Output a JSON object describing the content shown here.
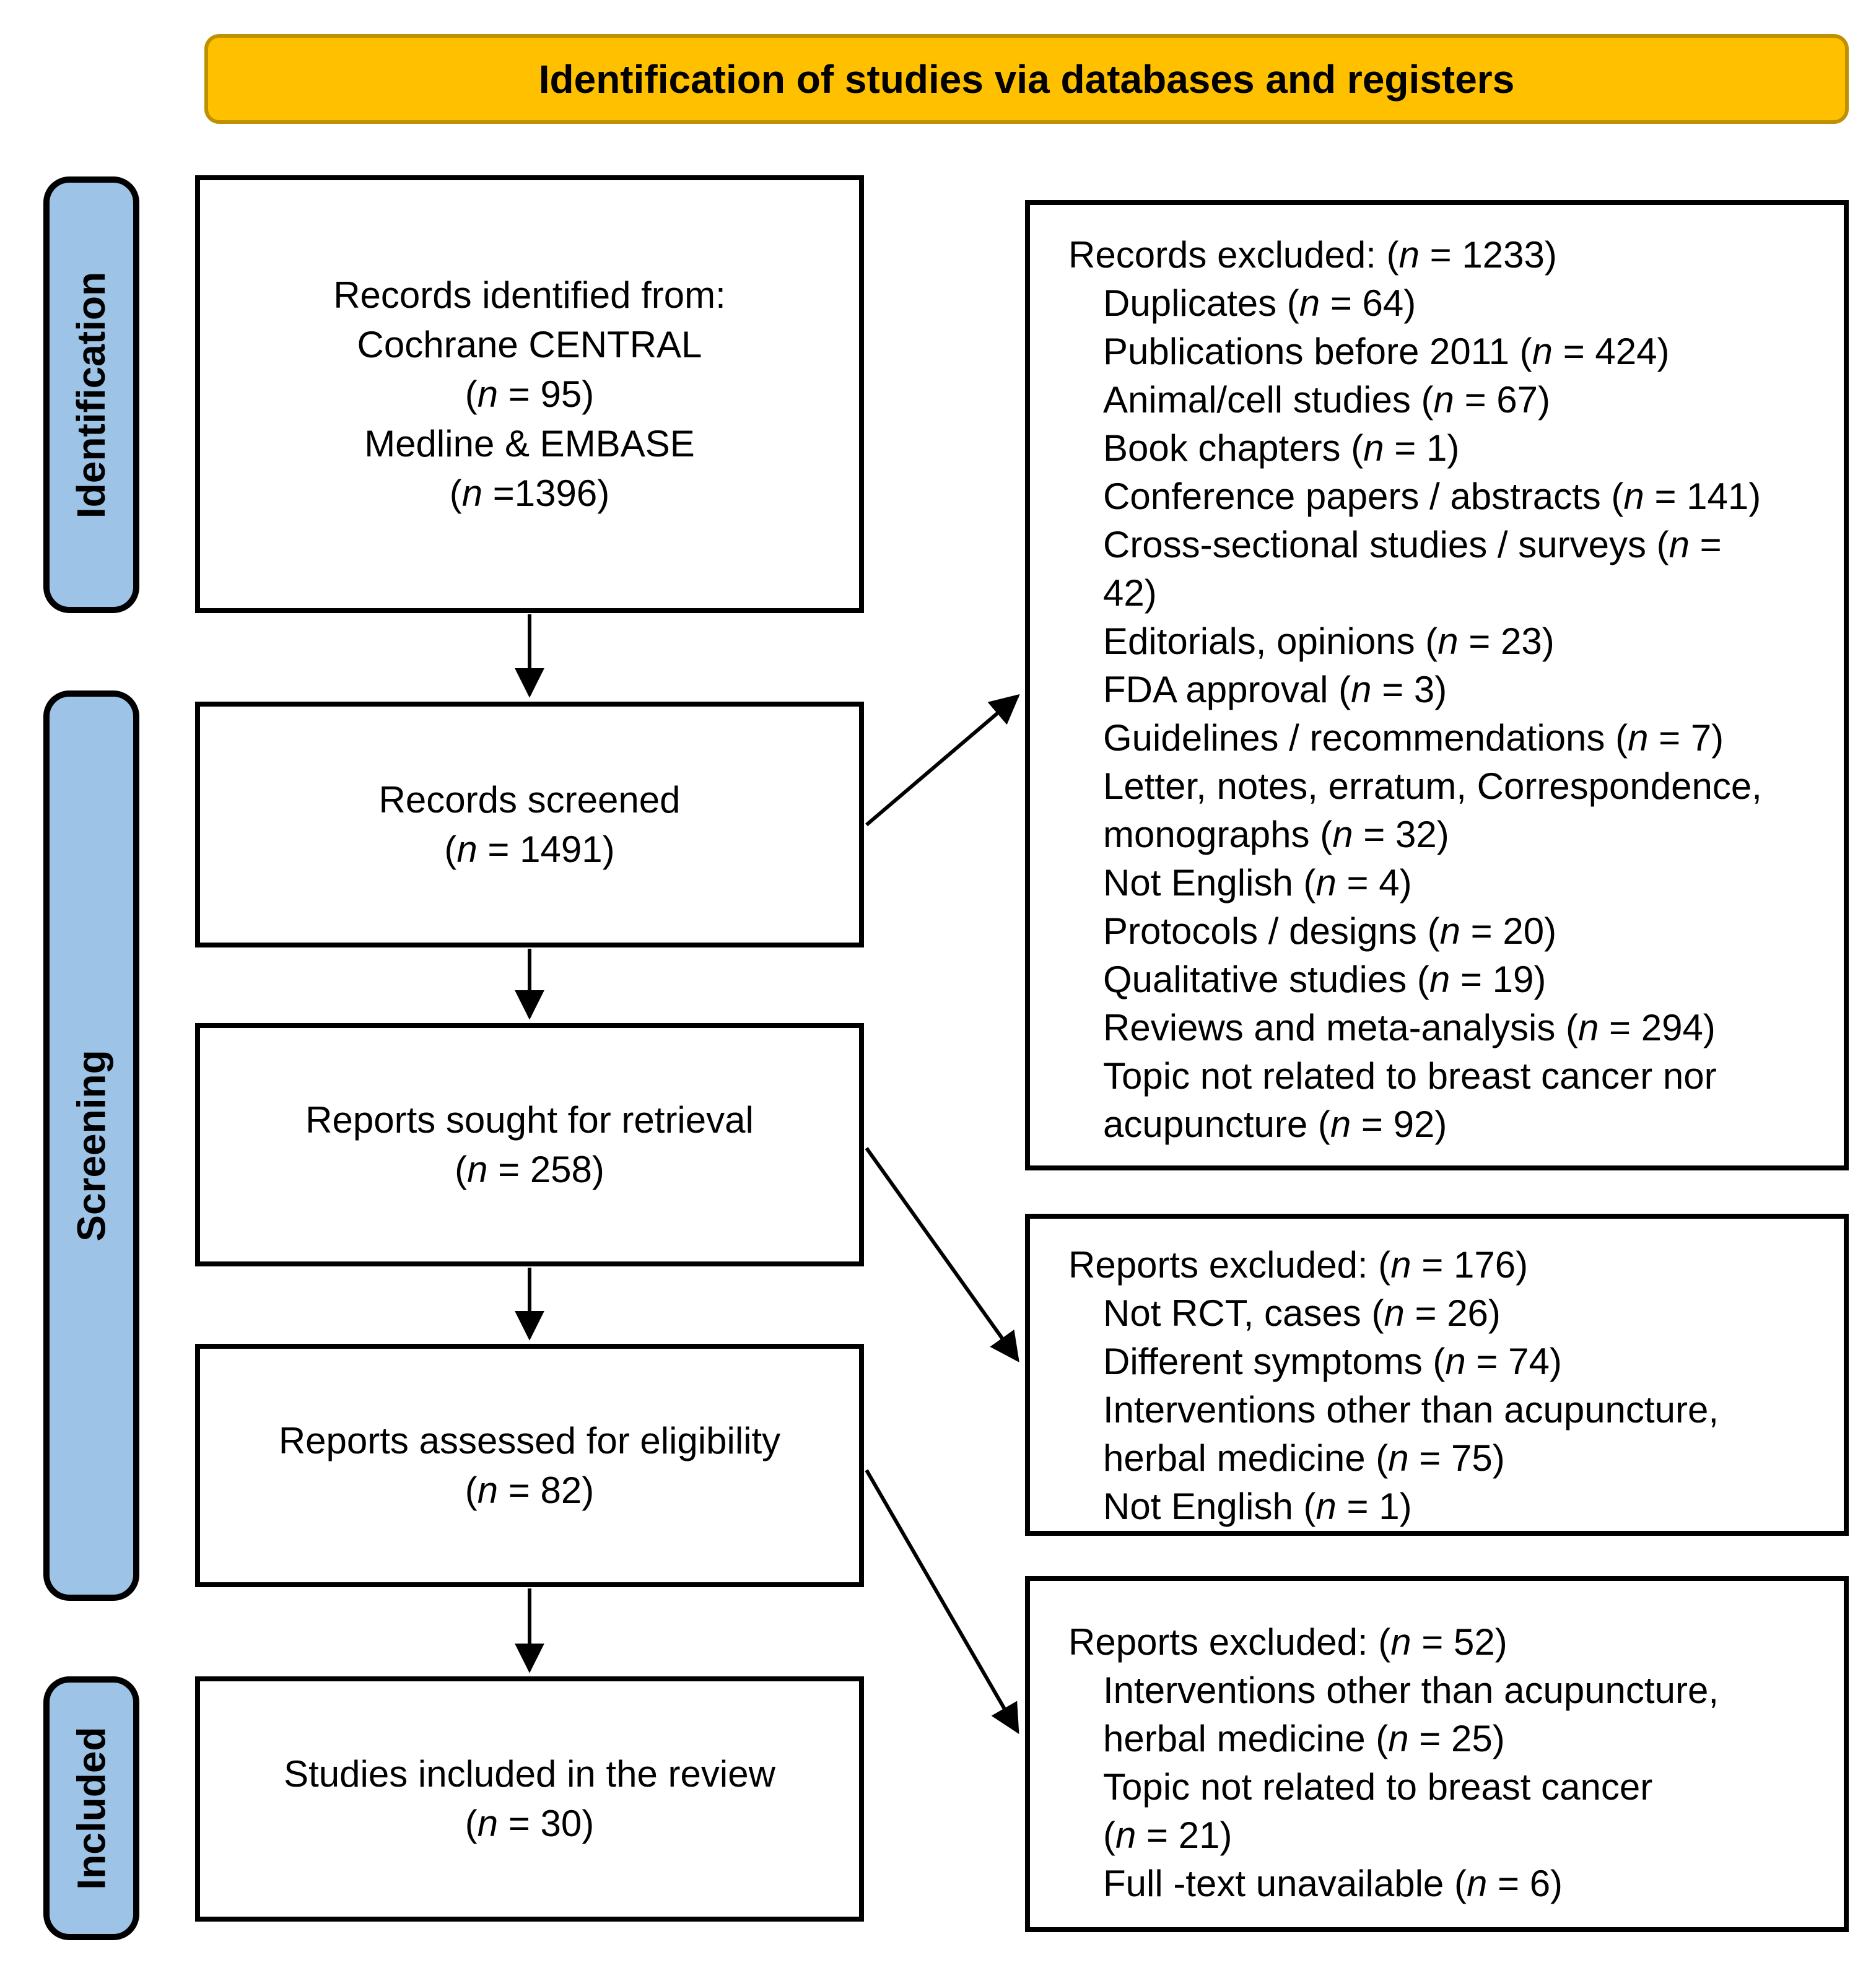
{
  "colors": {
    "banner-bg": "#FFC000",
    "banner-border": "#BF9000",
    "chip-bg": "#9DC3E6",
    "chip-border": "#000000",
    "box-border": "#000000",
    "text": "#000000",
    "canvas-bg": "#FFFFFF"
  },
  "banner": {
    "title": "Identification of studies via databases and registers"
  },
  "sidebar": {
    "identification": "Identification",
    "screening": "Screening",
    "included": "Included"
  },
  "flow": {
    "identified": "Records identified from:\nCochrane CENTRAL\n(n = 95)\nMedline & EMBASE\n(n =1396)",
    "screened": "Records screened\n(n = 1491)",
    "sought": "Reports sought for retrieval\n(n = 258)",
    "assessed": "Reports assessed for eligibility\n(n = 82)",
    "included": "Studies included in the review\n(n = 30)"
  },
  "exclusions": [
    {
      "header": "Records excluded: (n = 1233)",
      "items": [
        "Duplicates (n = 64)",
        "Publications before 2011 (n = 424)",
        "Animal/cell studies (n = 67)",
        "Book chapters (n = 1)",
        "Conference papers / abstracts (n = 141)",
        "Cross-sectional studies / surveys (n =\n42)",
        "Editorials, opinions (n = 23)",
        "FDA approval (n = 3)",
        "Guidelines / recommendations (n = 7)",
        "Letter, notes, erratum, Correspondence,\nmonographs (n = 32)",
        "Not English (n = 4)",
        "Protocols / designs (n = 20)",
        "Qualitative studies (n = 19)",
        "Reviews and meta-analysis (n = 294)",
        "Topic not related to breast cancer nor\nacupuncture (n = 92)"
      ]
    },
    {
      "header": "Reports excluded: (n = 176)",
      "items": [
        "Not RCT, cases (n = 26)",
        "Different symptoms (n = 74)",
        "Interventions other than acupuncture,\nherbal medicine (n = 75)",
        "Not English (n = 1)"
      ]
    },
    {
      "header": "Reports excluded: (n = 52)",
      "items": [
        "Interventions other than acupuncture,\nherbal medicine (n = 25)",
        "Topic not related to breast cancer\n(n = 21)",
        "Full -text unavailable (n = 6)"
      ]
    }
  ]
}
